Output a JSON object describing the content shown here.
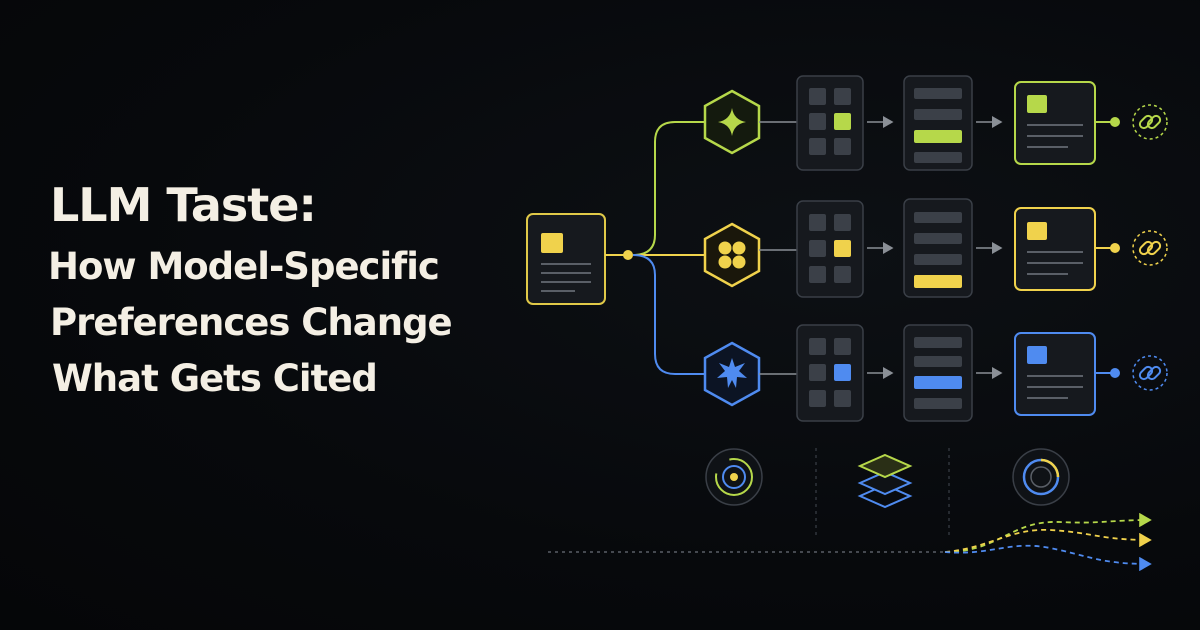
{
  "title": {
    "main": "LLM Taste:",
    "sub_lines": [
      "How Model-Specific",
      "Preferences Change",
      "What Gets Cited"
    ]
  },
  "colors": {
    "background": "#07090c",
    "title_text": "#f4efe4",
    "lime": "#b6d84a",
    "yellow": "#f0d24c",
    "blue": "#4f8bf0",
    "card_fill": "#16191e",
    "card_border": "#3a3f47",
    "block_fill": "#3b4048",
    "arrow_gray": "#8a8f96"
  },
  "icons": {
    "source": "source-document-icon",
    "models": [
      "sparkle-star-icon",
      "four-petal-flower-icon",
      "starburst-icon"
    ],
    "citation": "chain-link-icon",
    "footer": [
      "concentric-rings-icon",
      "layer-stack-icon",
      "ring-gauge-icon"
    ]
  }
}
